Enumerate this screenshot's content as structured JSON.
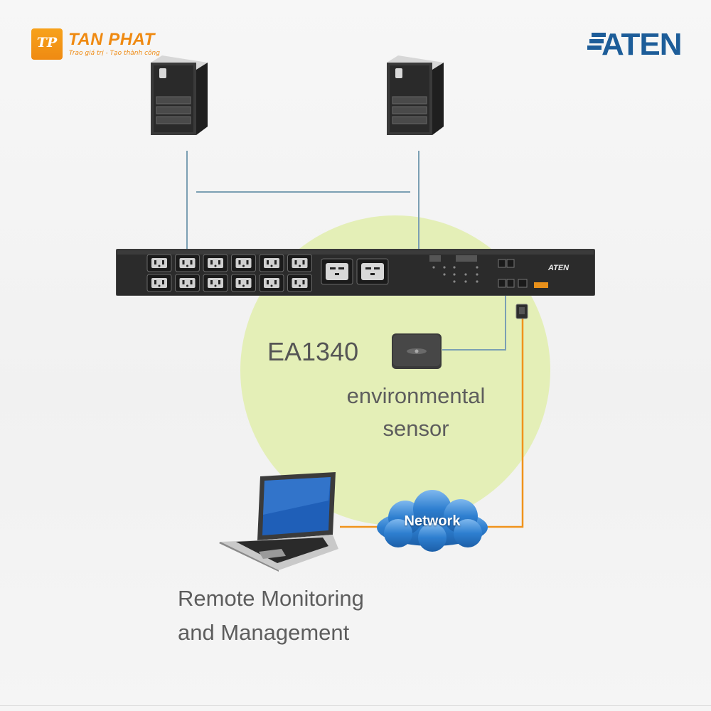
{
  "logos": {
    "tanphat_badge": "TP",
    "tanphat_name": "TAN PHAT",
    "tanphat_slogan": "Trao giá trị - Tạo thành công",
    "aten": "ATEN"
  },
  "pdu": {
    "brand": "ATEN",
    "c13_outlets": 12,
    "c19_outlets": 2
  },
  "sensor": {
    "model": "EA1340",
    "description_line1": "environmental",
    "description_line2": "sensor"
  },
  "network": {
    "label": "Network"
  },
  "remote": {
    "line1": "Remote Monitoring",
    "line2": "and Management"
  },
  "colors": {
    "highlight_circle": "#e4efb7",
    "ethernet_link": "#7b9fb3",
    "network_link": "#f0931c",
    "cloud": "#2e7fd0",
    "tanphat_orange": "#ef8a12",
    "aten_blue": "#1d5d99"
  }
}
